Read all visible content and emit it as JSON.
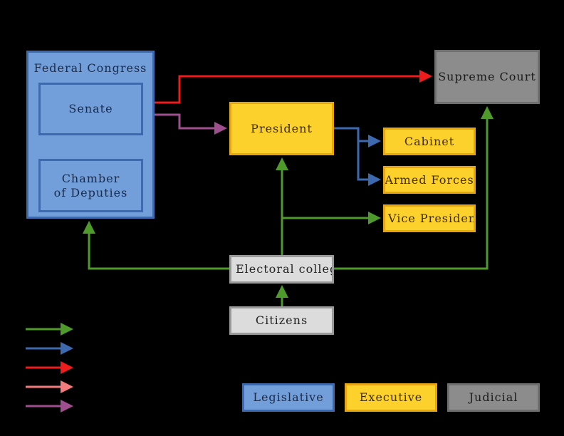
{
  "diagram": {
    "nodes": {
      "congress": "Federal Congress",
      "senate": "Senate",
      "chamber": "Chamber of Deputies",
      "supreme_court": "Supreme Court",
      "president": "President",
      "cabinet": "Cabinet",
      "armed_forces": "Armed Forces",
      "vice_president": "Vice President",
      "electoral_college": "Electoral college",
      "citizens": "Citizens"
    },
    "branch_legend": {
      "legislative": "Legislative",
      "executive": "Executive",
      "judicial": "Judicial"
    },
    "colors": {
      "legislative": "#729fd9",
      "executive": "#fdd12b",
      "judicial": "#8c8c8c",
      "elects": "#4e9a2a",
      "appoints": "#3d6aae",
      "red": "#ee1c1c",
      "pink": "#f27b7b",
      "purple": "#a04f8e"
    },
    "arrow_legend": [
      {
        "color": "#4e9a2a",
        "label": ""
      },
      {
        "color": "#3d6aae",
        "label": ""
      },
      {
        "color": "#ee1c1c",
        "label": ""
      },
      {
        "color": "#f27b7b",
        "label": ""
      },
      {
        "color": "#a04f8e",
        "label": ""
      }
    ]
  }
}
